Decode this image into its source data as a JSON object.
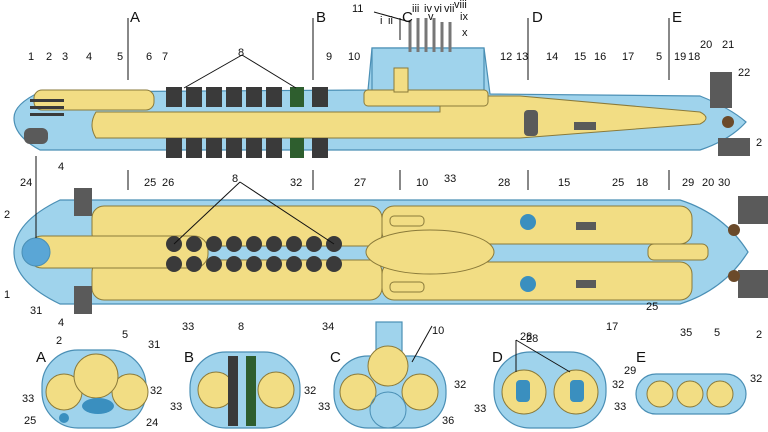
{
  "section_letters": [
    "A",
    "B",
    "C",
    "D",
    "E"
  ],
  "callouts_side": [
    "1",
    "2",
    "3",
    "4",
    "5",
    "6",
    "7",
    "8",
    "9",
    "10",
    "11",
    "12",
    "13",
    "14",
    "15",
    "16",
    "17",
    "5",
    "19",
    "18",
    "20",
    "21",
    "22",
    "2",
    "i",
    "ii",
    "iii",
    "iv",
    "v",
    "vi",
    "vii",
    "viii",
    "ix",
    "x"
  ],
  "callouts_plan": [
    "24",
    "25",
    "26",
    "27",
    "33",
    "28",
    "29",
    "30",
    "25",
    "20",
    "32",
    "8",
    "10",
    "2",
    "1",
    "4",
    "31",
    "4",
    "5",
    "33",
    "15",
    "18",
    "34",
    "10",
    "28",
    "17",
    "25",
    "35",
    "5",
    "2"
  ],
  "callouts_sections": [
    "2",
    "31",
    "33",
    "32",
    "25",
    "24",
    "8",
    "33",
    "32",
    "33",
    "32",
    "36",
    "28",
    "33",
    "32",
    "29",
    "33",
    "32"
  ],
  "colors": {
    "hull": "#9fd3ec",
    "pressure_hull": "#f2dd84",
    "outline": "#4a8fb5",
    "missile": "#3a3a3a",
    "torpedo": "#2e5e2e"
  }
}
